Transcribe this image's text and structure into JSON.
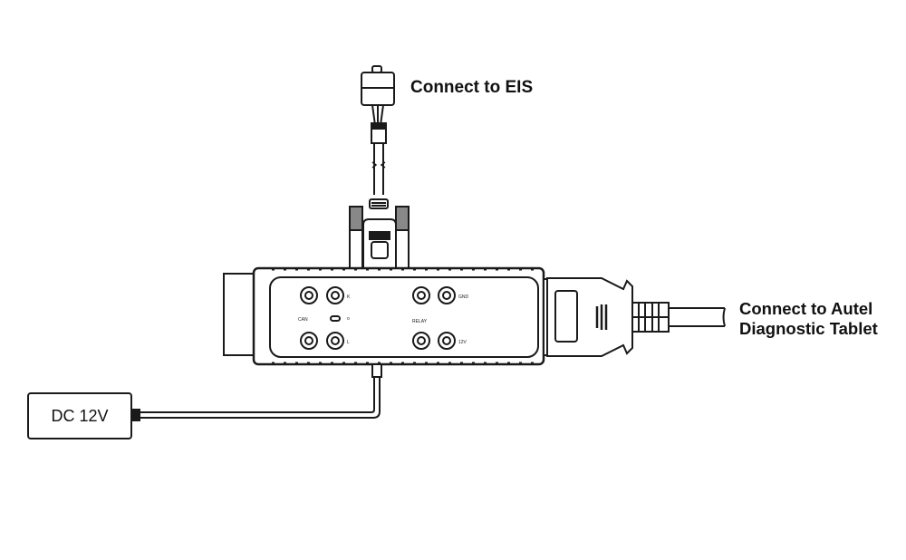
{
  "diagram": {
    "labels": {
      "eis": "Connect to EIS",
      "tablet_line1": "Connect to Autel",
      "tablet_line2": "Diagnostic Tablet",
      "power": "DC 12V"
    },
    "components": [
      {
        "id": "eis-plug",
        "description": "Small connector plug leading to EIS"
      },
      {
        "id": "db9-connector",
        "description": "DB9 serial connector on top of adapter box"
      },
      {
        "id": "adapter-box",
        "description": "Main adapter box with 8 jacks"
      },
      {
        "id": "tablet-plug",
        "description": "Plug and cable to Autel diagnostic tablet"
      },
      {
        "id": "power-supply",
        "description": "DC 12V power supply with cable"
      }
    ],
    "stroke_color": "#1a1a1a",
    "background": "#ffffff"
  }
}
